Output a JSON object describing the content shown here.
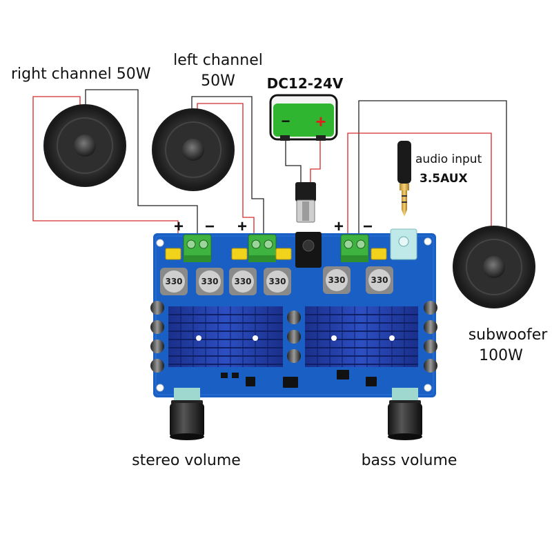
{
  "labels": {
    "right_channel": "right channel 50W",
    "left_channel_line1": "left channel",
    "left_channel_line2": "50W",
    "power_supply": "DC12-24V",
    "audio_input_line1": "audio input",
    "audio_input_line2": "3.5AUX",
    "subwoofer_line1": "subwoofer",
    "subwoofer_line2": "100W",
    "stereo_volume": "stereo volume",
    "bass_volume": "bass volume"
  },
  "battery": {
    "minus": "−",
    "plus": "+"
  },
  "terminals": [
    {
      "plus": "+",
      "minus": "−"
    },
    {
      "plus": "+"
    },
    {
      "plus": "+",
      "minus": "−"
    }
  ],
  "inductor_label": "330",
  "colors": {
    "wire_red": "#d62a2a",
    "wire_black": "#222222",
    "pcb": "#1a5fc4",
    "heatsink": "#1b3aa0",
    "terminal": "#3fb33f",
    "battery_green": "#2fb52f"
  },
  "icons": [
    "speaker-icon",
    "battery-icon",
    "dc-jack-icon",
    "audio-plug-icon",
    "potentiometer-knob-icon"
  ]
}
